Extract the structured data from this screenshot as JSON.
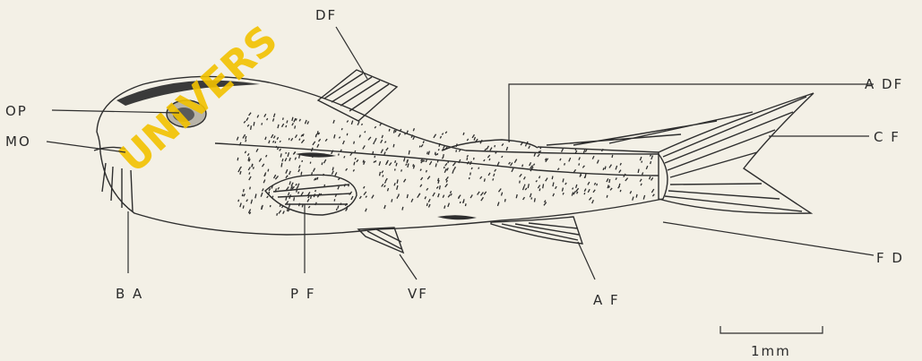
{
  "figure": {
    "watermark_text": "UNIVERS",
    "labels": {
      "df": "DF",
      "adf": "A DF",
      "op": "OP",
      "mo": "MO",
      "cf": "C F",
      "fd": "F D",
      "ba": "B A",
      "pf": "P F",
      "vf": "VF",
      "af": "A F"
    },
    "scale_bar": {
      "label": "1mm"
    }
  }
}
